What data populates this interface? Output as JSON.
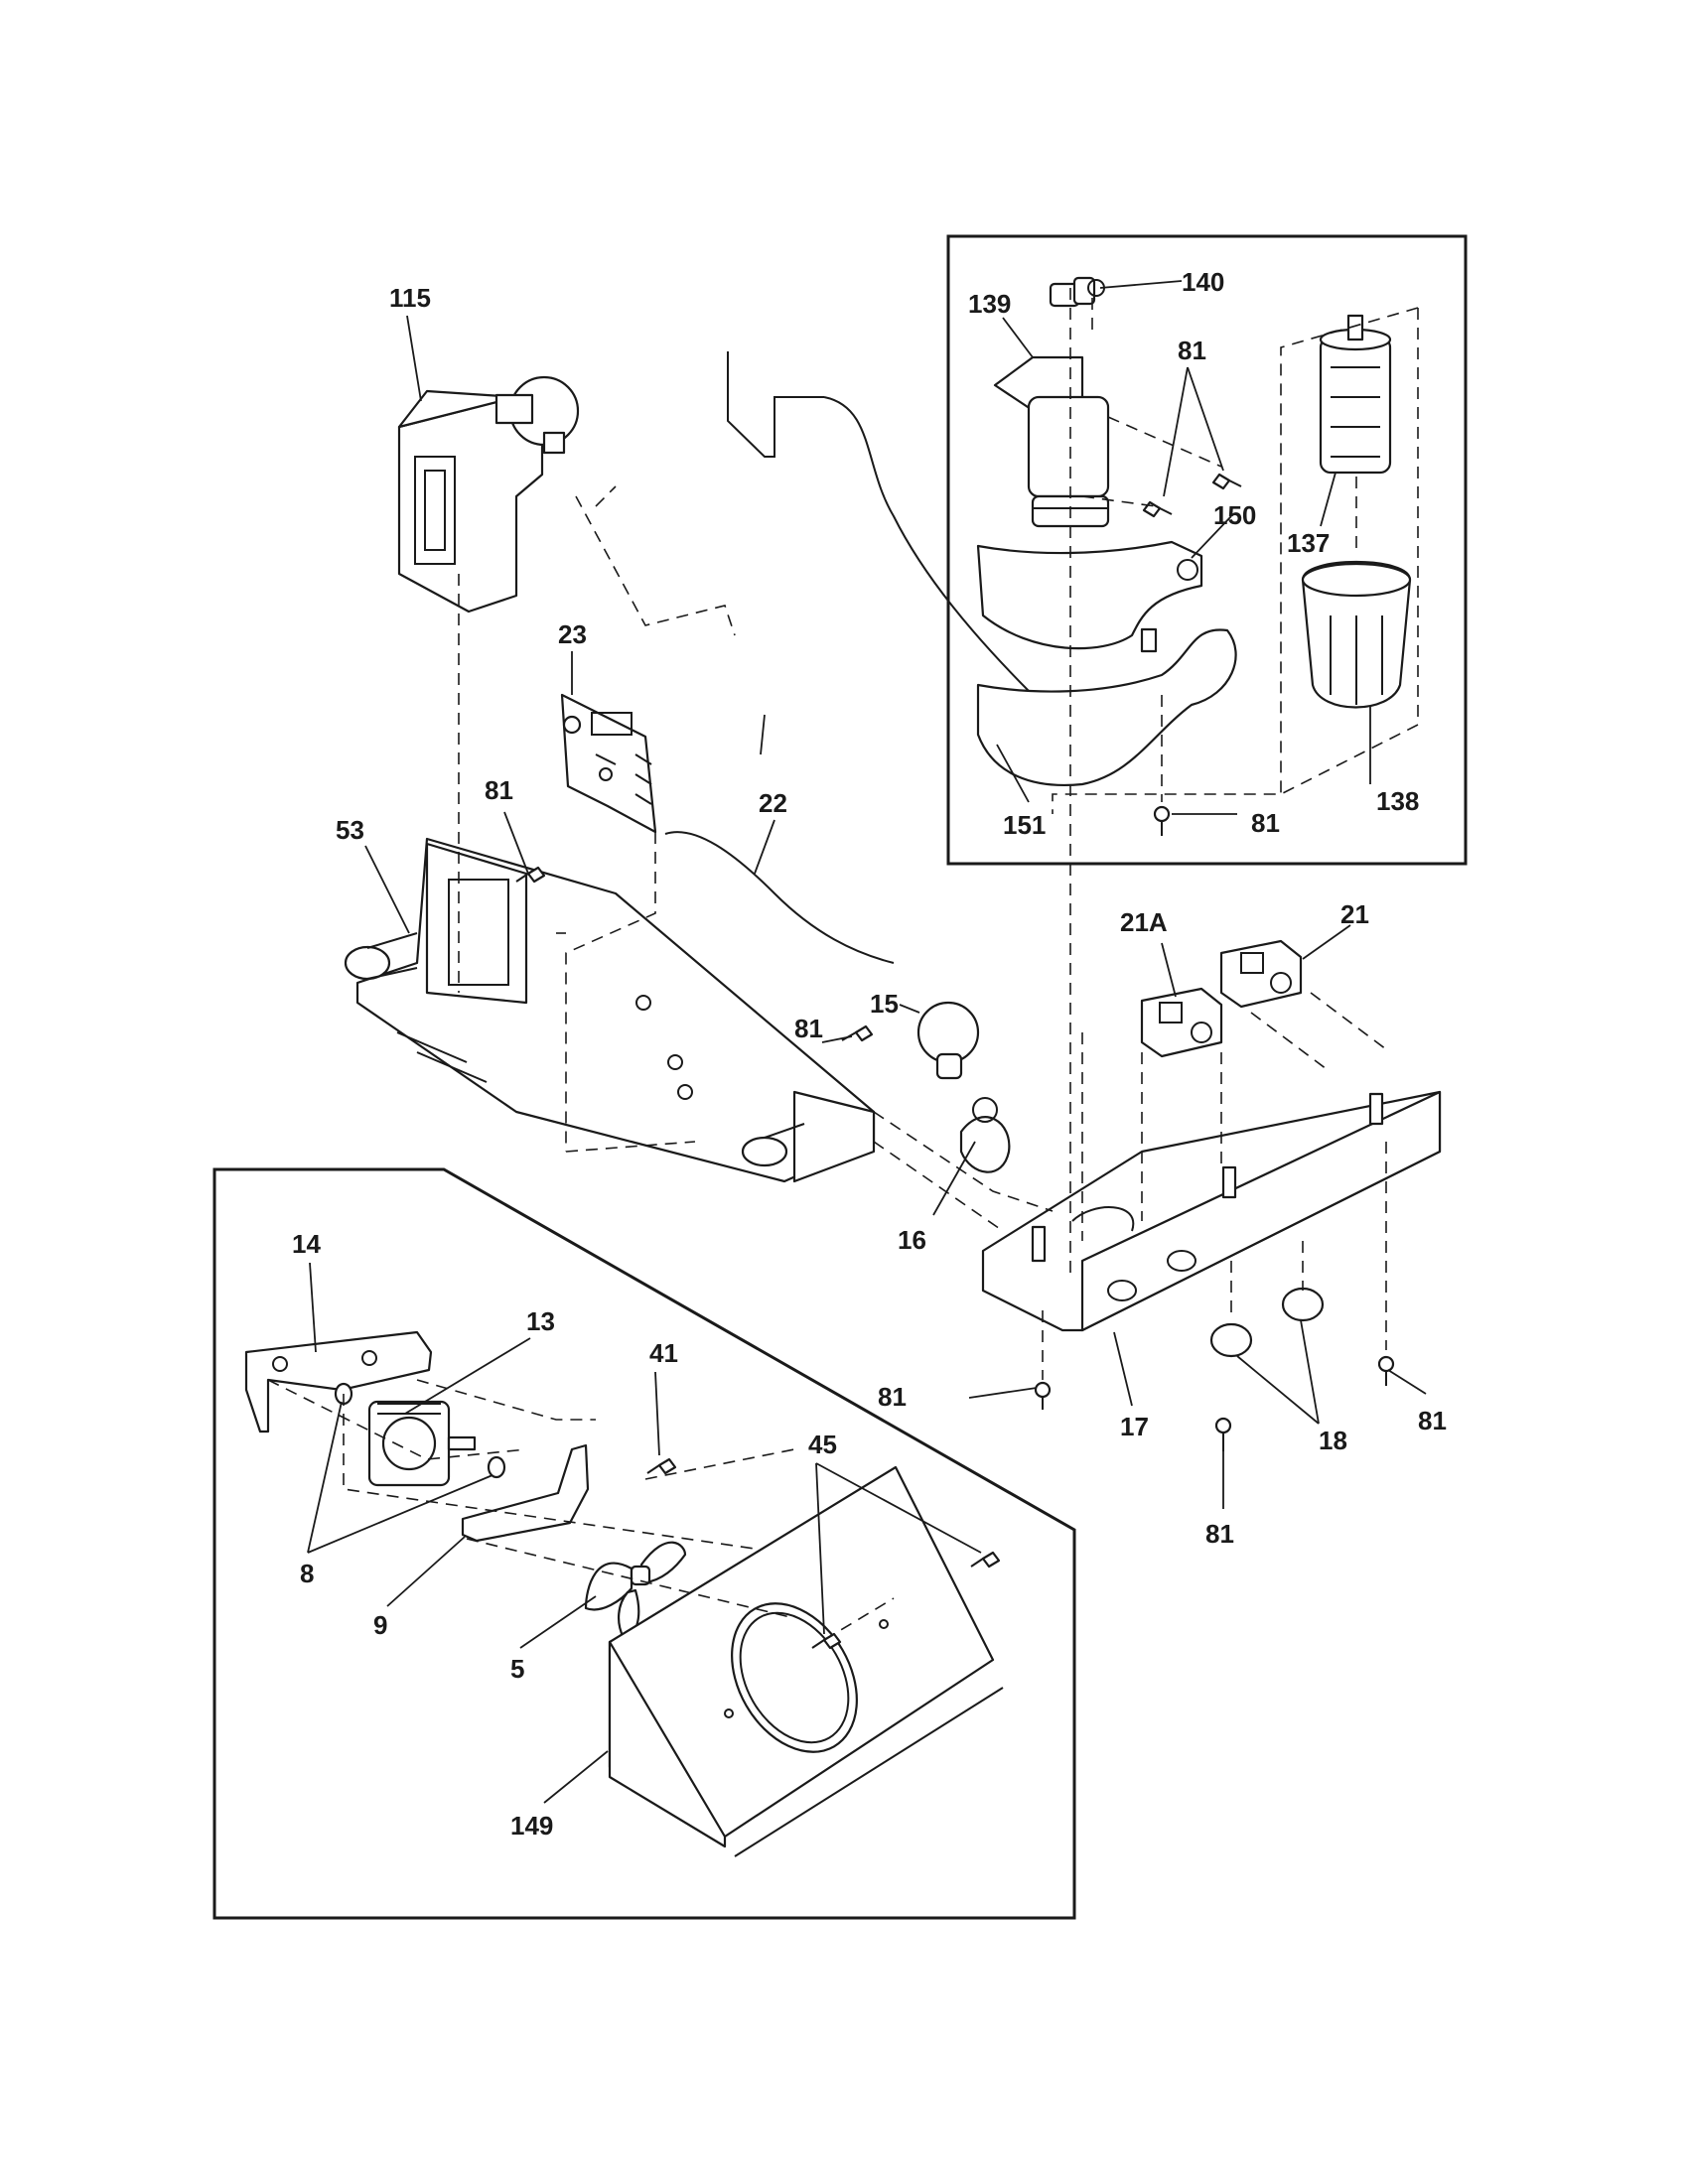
{
  "callouts": {
    "c115": "115",
    "c23": "23",
    "c22": "22",
    "c81_a": "81",
    "c53": "53",
    "c81_b": "81",
    "c15": "15",
    "c16": "16",
    "c21A": "21A",
    "c21": "21",
    "c17": "17",
    "c18": "18",
    "c81_c": "81",
    "c81_d": "81",
    "c81_e": "81",
    "c140": "140",
    "c139": "139",
    "c81_f": "81",
    "c150": "150",
    "c137": "137",
    "c138": "138",
    "c151": "151",
    "c81_g": "81",
    "c14": "14",
    "c13": "13",
    "c41": "41",
    "c45": "45",
    "c8": "8",
    "c9": "9",
    "c5": "5",
    "c149": "149"
  }
}
